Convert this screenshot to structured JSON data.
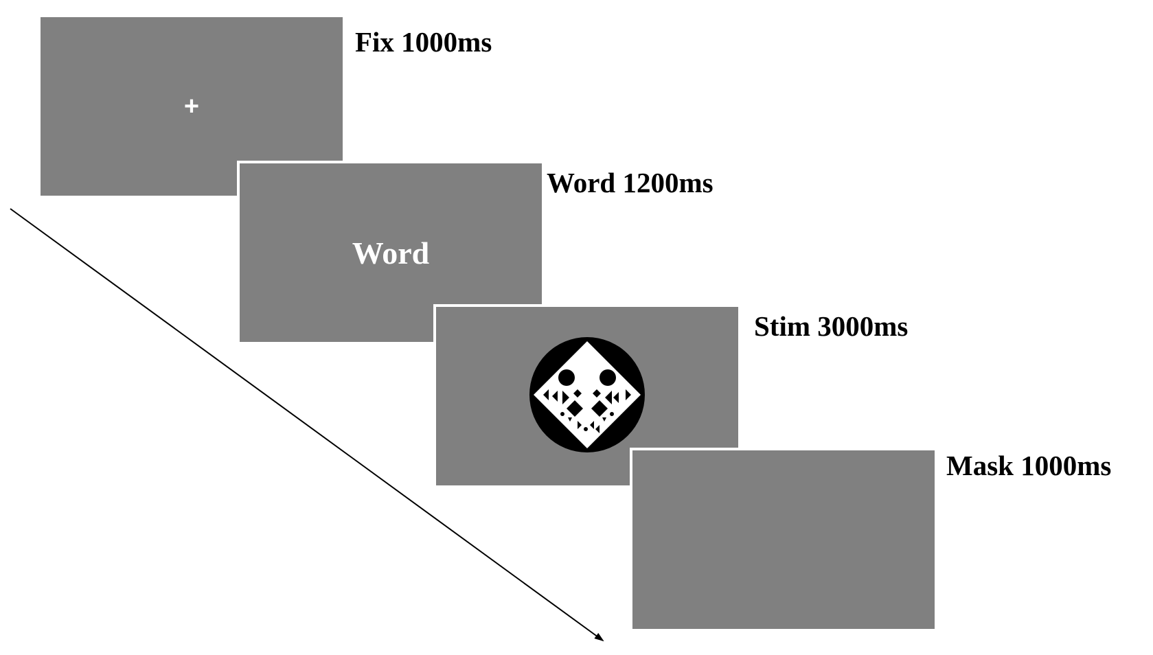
{
  "trials": [
    {
      "label": "Fix 1000ms",
      "content": "+"
    },
    {
      "label": "Word 1200ms",
      "content": "Word"
    },
    {
      "label": "Stim 3000ms",
      "content": ""
    },
    {
      "label": "Mask 1000ms",
      "content": ""
    }
  ],
  "colors": {
    "screen": "#808080",
    "background": "#ffffff",
    "text": "#000000",
    "stimulus_outer": "#000000",
    "stimulus_inner": "#ffffff"
  },
  "icons": {
    "stimulus": "circle-diamond-pattern-icon",
    "timeline": "time-arrow-icon"
  }
}
